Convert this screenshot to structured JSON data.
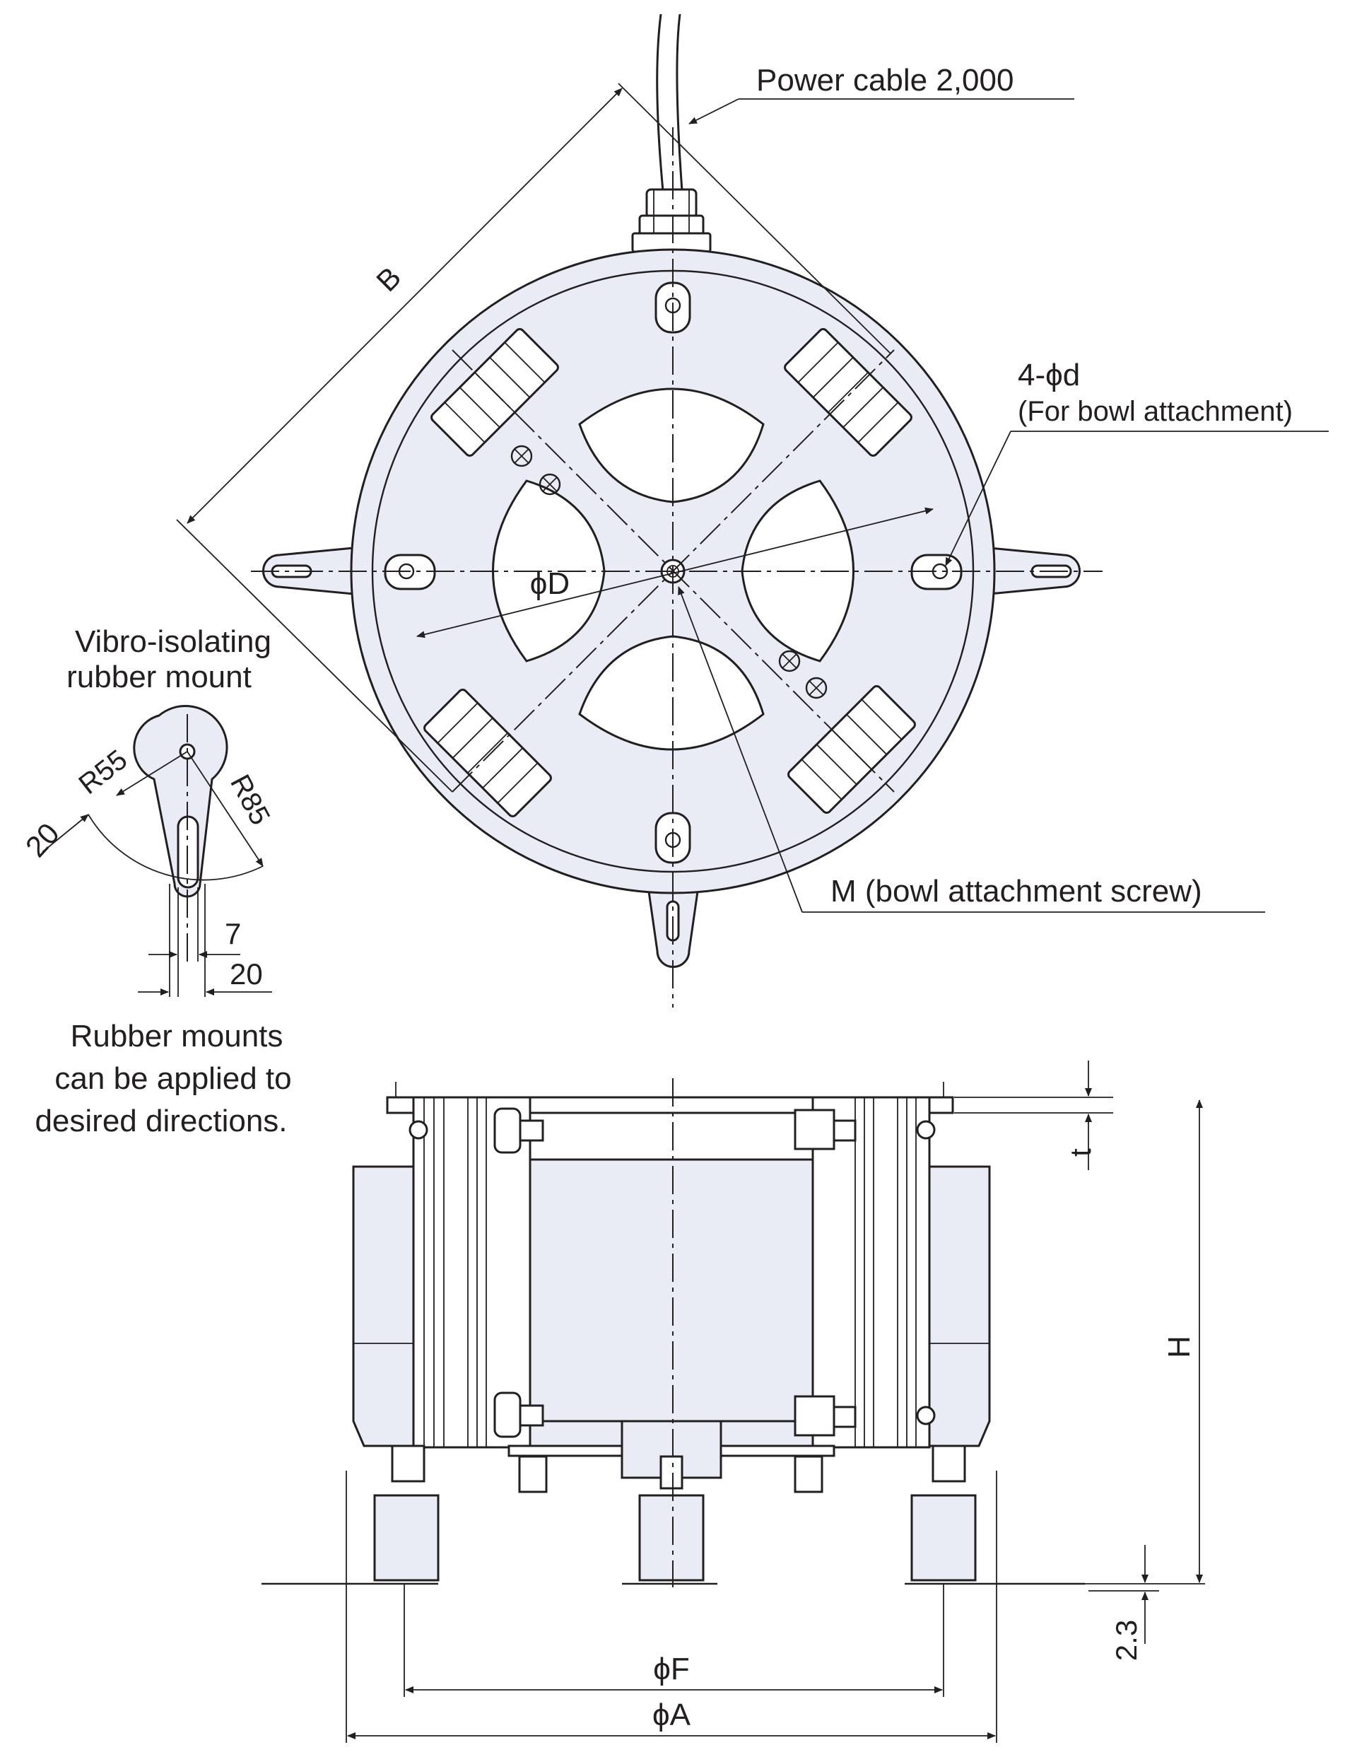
{
  "labels": {
    "power_cable": "Power cable 2,000",
    "dim_B": "B",
    "bolt_holes": "4-ϕd",
    "bolt_holes_note": "(For bowl attachment)",
    "dim_D": "ϕD",
    "vibro_title_1": "Vibro-isolating",
    "vibro_title_2": "rubber mount",
    "r55": "R55",
    "r85": "R85",
    "dim_20_angle": "20",
    "dim_7": "7",
    "dim_20_width": "20",
    "m_screw": "M (bowl attachment screw)",
    "note_1": "Rubber mounts",
    "note_2": "can be applied to",
    "note_3": "desired directions.",
    "dim_t": "t",
    "dim_H": "H",
    "dim_23": "2.3",
    "dim_F": "ϕF",
    "dim_A": "ϕA"
  },
  "colors": {
    "line": "#231f20",
    "body_fill": "#e9ebf5",
    "background": "#ffffff"
  }
}
